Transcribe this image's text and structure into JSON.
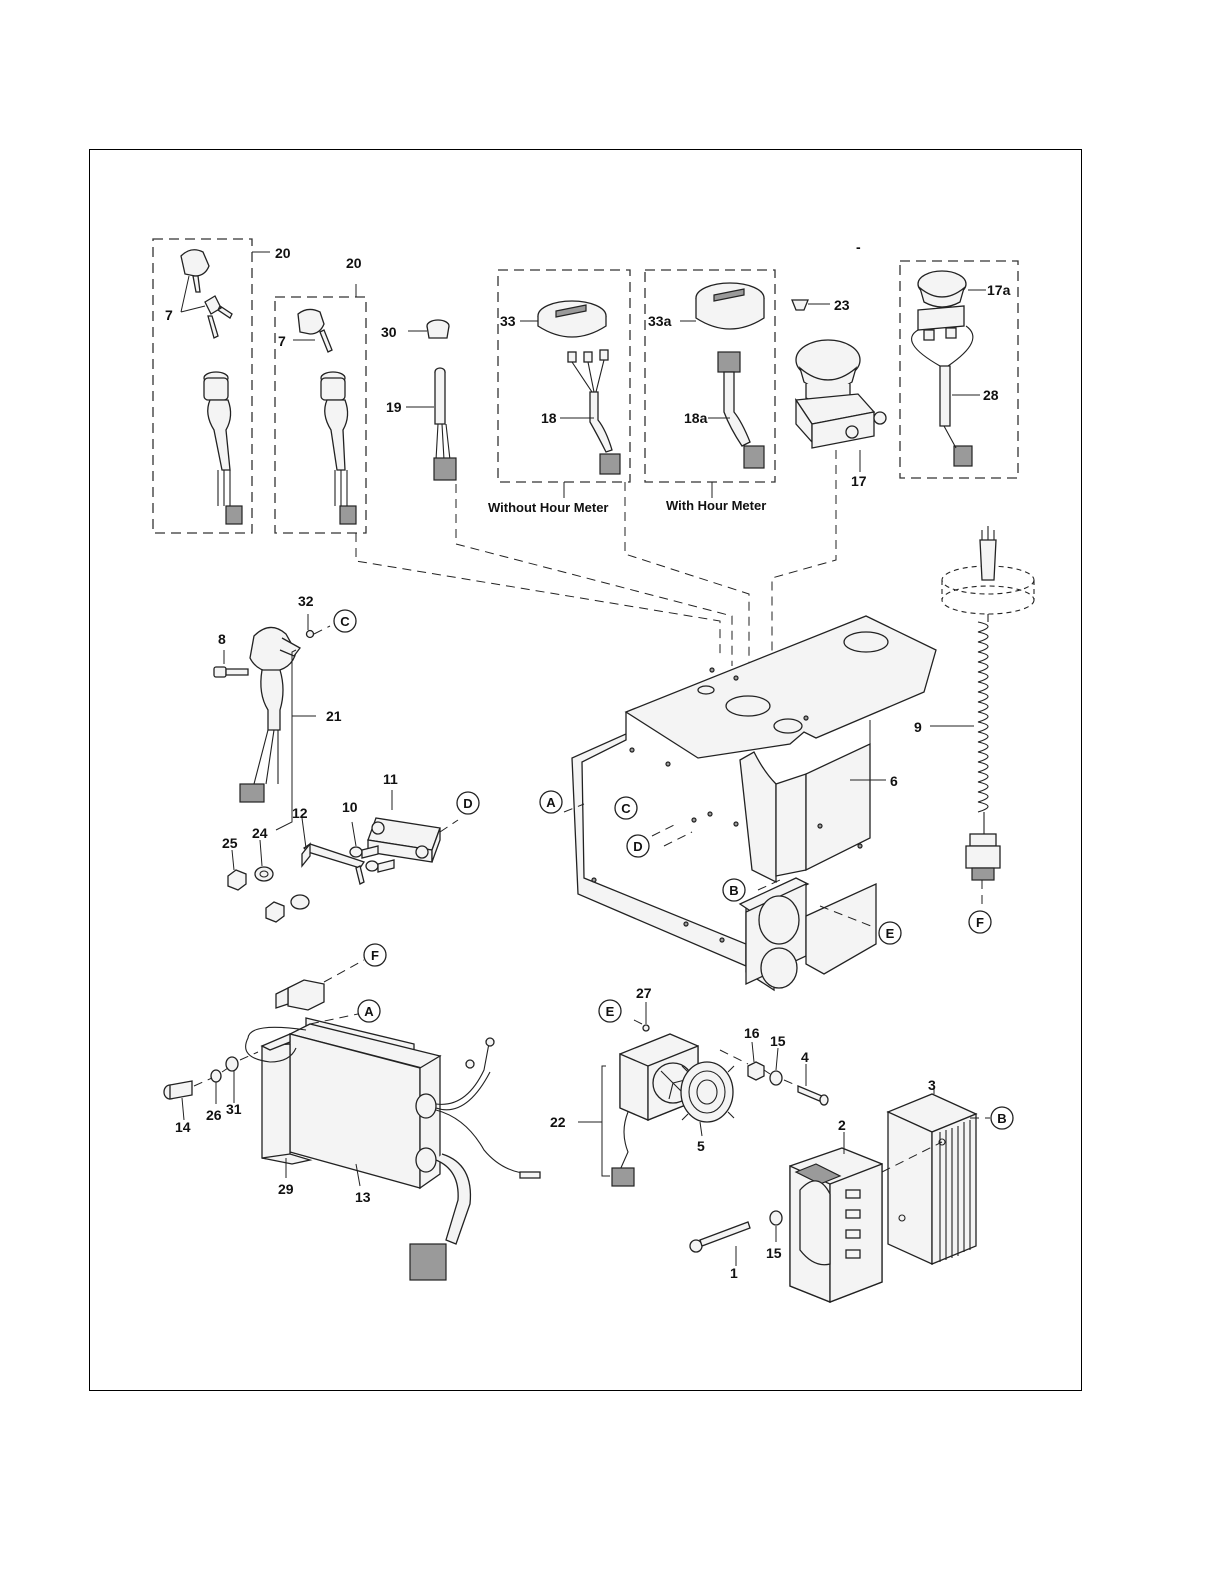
{
  "diagram": {
    "labels": {
      "p20a": "20",
      "p7a": "7",
      "p20b": "20",
      "p7b": "7",
      "p30": "30",
      "p19": "19",
      "p33": "33",
      "p18": "18",
      "p33a": "33a",
      "p18a": "18a",
      "p23": "23",
      "p17": "17",
      "p17a": "17a",
      "p28": "28",
      "p32": "32",
      "p8": "8",
      "p21": "21",
      "p11": "11",
      "p12": "12",
      "p10": "10",
      "p24": "24",
      "p25": "25",
      "p9": "9",
      "p6": "6",
      "p27": "27",
      "p16": "16",
      "p15a": "15",
      "p4": "4",
      "p3": "3",
      "p22": "22",
      "p5": "5",
      "p2": "2",
      "p1": "1",
      "p15b": "15",
      "p14": "14",
      "p26": "26",
      "p31": "31",
      "p29": "29",
      "p13": "13"
    },
    "captions": {
      "without_hour_meter": "Without Hour Meter",
      "with_hour_meter": "With Hour Meter"
    },
    "circle_refs": {
      "c_top": "C",
      "c_plate": "C",
      "d_bracket": "D",
      "d_plate": "D",
      "a_plate": "A",
      "a_charger": "A",
      "b_plate": "B",
      "b_heatsink": "B",
      "e_plate": "E",
      "e_fan": "E",
      "f_cord": "F",
      "f_charger": "F"
    },
    "stray_mark": "-"
  }
}
